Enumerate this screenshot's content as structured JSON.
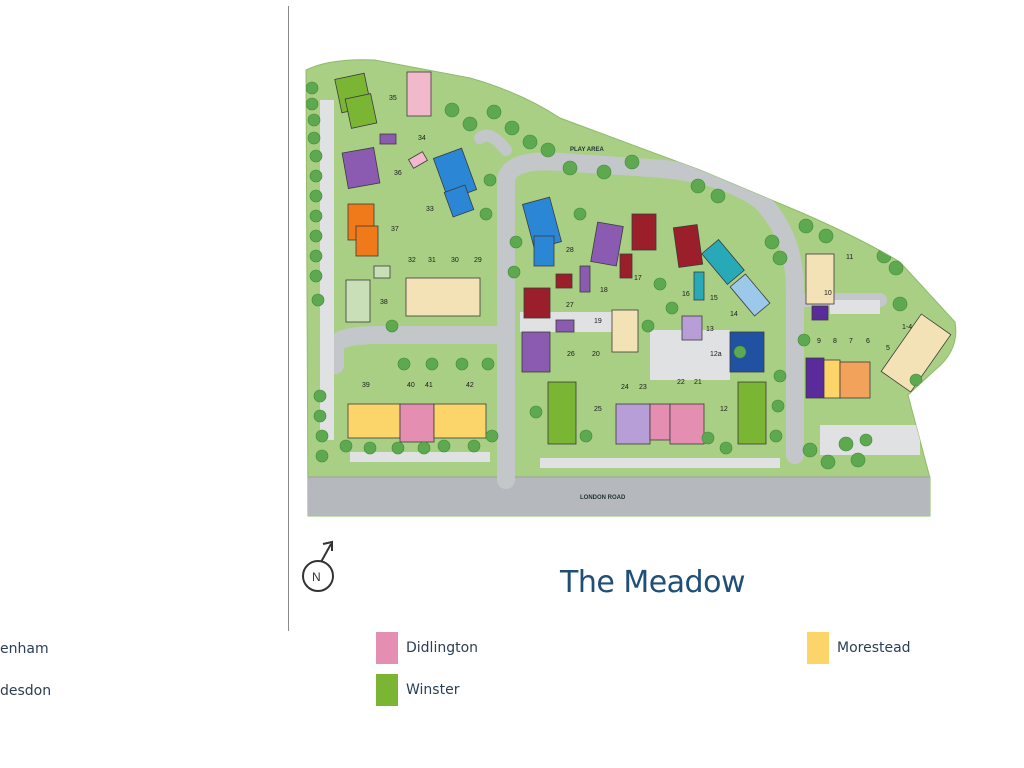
{
  "title": "The Meadow",
  "compass_letter": "N",
  "map_labels": {
    "play_area": "PLAY AREA",
    "road": "LONDON ROAD"
  },
  "plots": [
    "35",
    "34",
    "36",
    "33",
    "37",
    "32",
    "31",
    "30",
    "29",
    "38",
    "39",
    "40",
    "41",
    "42",
    "28",
    "27",
    "18",
    "17",
    "16",
    "15",
    "14",
    "19",
    "20",
    "26",
    "25",
    "24",
    "23",
    "22",
    "21",
    "13",
    "12",
    "12a",
    "11",
    "10",
    "9",
    "8",
    "7",
    "6",
    "5",
    "1-4"
  ],
  "colors": {
    "grass": "#a9cf84",
    "road": "#b5b9bd",
    "path": "#dfe1e2",
    "tree": "#5ea94f",
    "brand_blue": "#1f4f77",
    "didlington": "#e48fb2",
    "winster": "#7ab534",
    "morestead": "#fbd46a",
    "purple": "#8a5bb0",
    "blue": "#2b86d6",
    "red": "#9a1f2a",
    "orange": "#f07a1a",
    "teal": "#28a9b8",
    "cream": "#f3e2b5",
    "light_green": "#c9dfb7",
    "lavender": "#b89ed6"
  },
  "legend": [
    {
      "id": "col1-row1",
      "label": "enham",
      "color": ""
    },
    {
      "id": "col1-row2",
      "label": "desdon",
      "color": ""
    },
    {
      "id": "didlington",
      "label": "Didlington",
      "color": "#e48fb2"
    },
    {
      "id": "winster",
      "label": "Winster",
      "color": "#7ab534"
    },
    {
      "id": "morestead",
      "label": "Morestead",
      "color": "#fbd46a"
    }
  ]
}
